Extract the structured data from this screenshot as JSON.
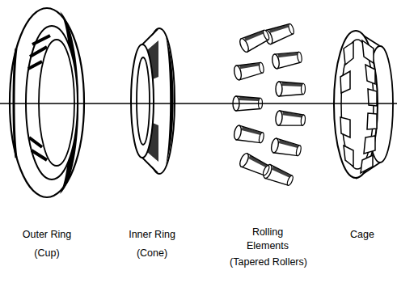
{
  "diagram": {
    "labels": [
      "Outer Ring",
      "(Cup)",
      "Inner Ring",
      "(Cone)",
      "Rolling Elements",
      "(Tapered Rollers)",
      "Cage"
    ]
  }
}
